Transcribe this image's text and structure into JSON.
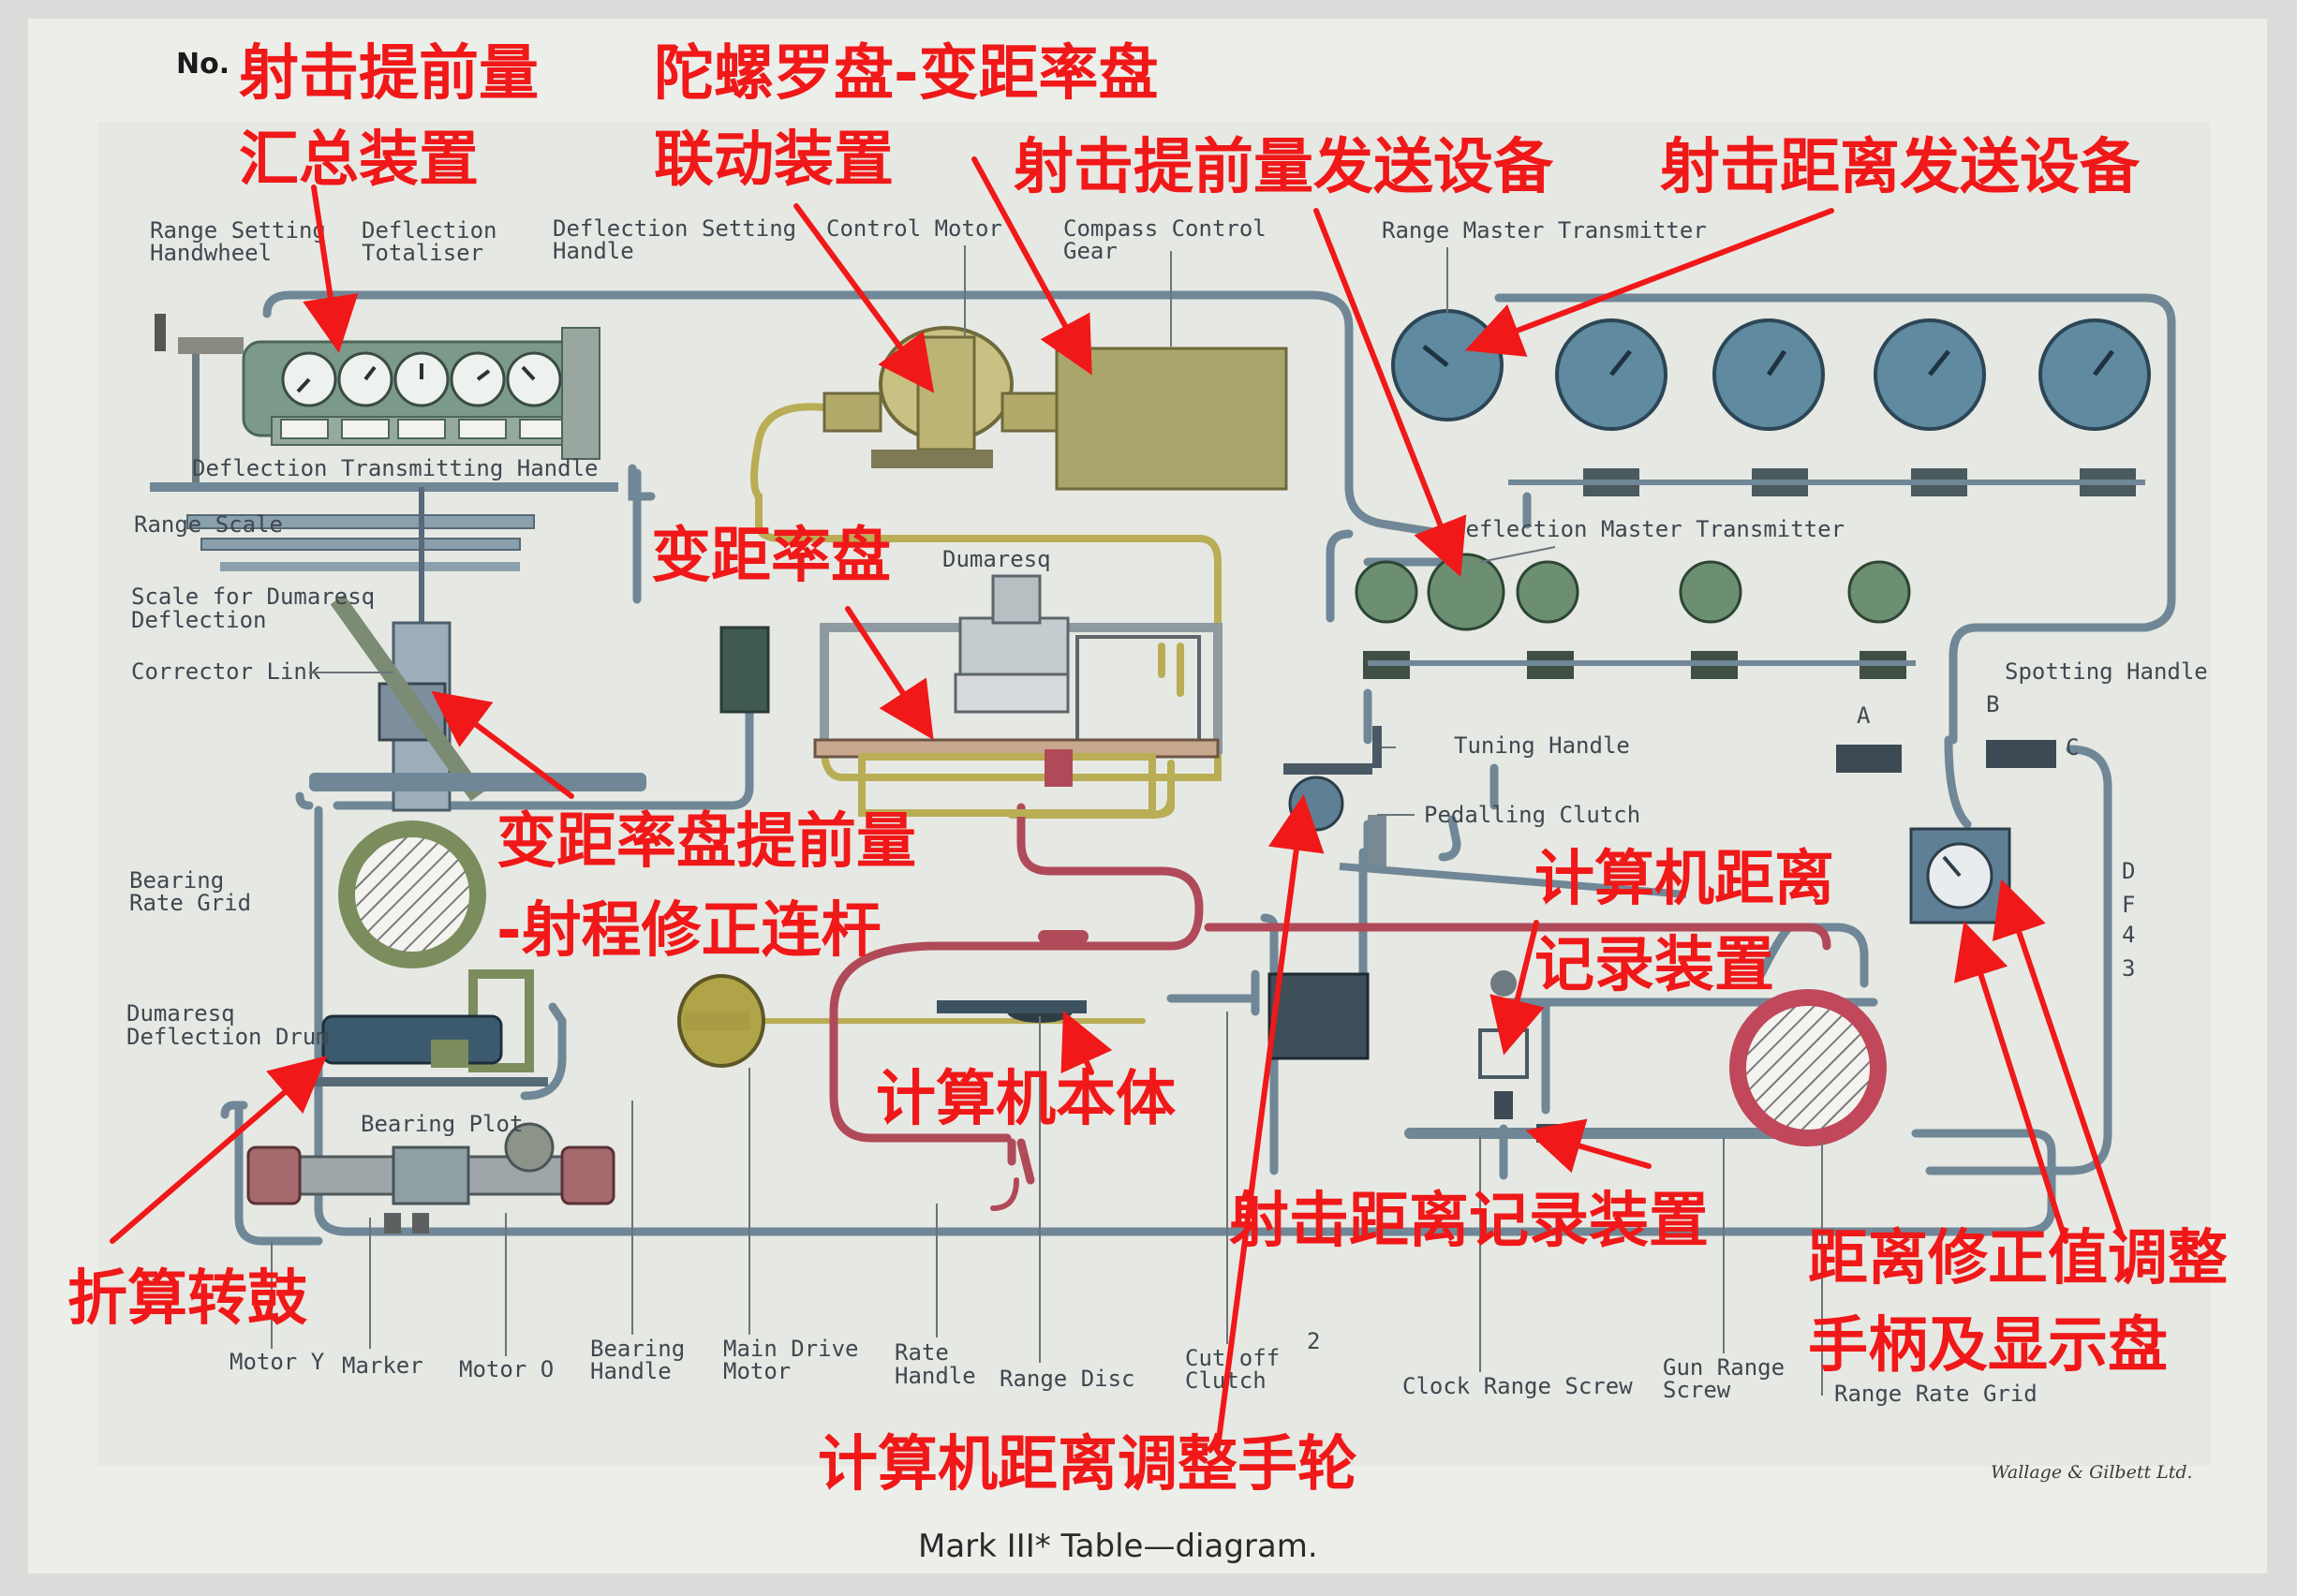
{
  "header": {
    "number_label": "No."
  },
  "caption": "Mark III* Table—diagram.",
  "signature": "Wallage & Gilbett Ltd.",
  "english_labels": {
    "range_setting_handwheel": [
      "Range Setting",
      "Handwheel"
    ],
    "deflection_totaliser": [
      "Deflection",
      "Totaliser"
    ],
    "deflection_setting_handle": [
      "Deflection Setting",
      "Handle"
    ],
    "control_motor": [
      "Control Motor"
    ],
    "compass_control_gear": [
      "Compass Control",
      "Gear"
    ],
    "range_master_transmitter": [
      "Range Master Transmitter"
    ],
    "deflection_transmitting_handle": [
      "Deflection Transmitting Handle"
    ],
    "range_scale": [
      "Range Scale"
    ],
    "scale_for_dumaresq_deflection": [
      "Scale for Dumaresq",
      "Deflection"
    ],
    "corrector_link": [
      "Corrector Link"
    ],
    "dumaresq": [
      "Dumaresq"
    ],
    "deflection_master_transmitter": [
      "Deflection Master Transmitter"
    ],
    "spotting_handle": [
      "Spotting Handle"
    ],
    "tuning_handle": [
      "Tuning Handle"
    ],
    "pedalling_clutch": [
      "Pedalling Clutch"
    ],
    "bearing_rate_grid": [
      "Bearing",
      "Rate Grid"
    ],
    "dumaresq_deflection_drum": [
      "Dumaresq",
      "Deflection Drum"
    ],
    "bearing_plot": [
      "Bearing Plot"
    ],
    "motor_y": [
      "Motor Y"
    ],
    "marker": [
      "Marker"
    ],
    "motor_o": [
      "Motor O"
    ],
    "bearing_handle": [
      "Bearing",
      "Handle"
    ],
    "main_drive_motor": [
      "Main Drive",
      "Motor"
    ],
    "rate_handle": [
      "Rate",
      "Handle"
    ],
    "range_disc": [
      "Range Disc"
    ],
    "cut_off_clutch": [
      "Cut off",
      "Clutch"
    ],
    "two": [
      "2"
    ],
    "clock_range_screw": [
      "Clock Range Screw"
    ],
    "gun_range_screw": [
      "Gun Range",
      "Screw"
    ],
    "range_rate_grid": [
      "Range Rate Grid"
    ],
    "letter_a": [
      "A"
    ],
    "letter_b": [
      "B"
    ],
    "letter_c": [
      "C"
    ],
    "letter_d": [
      "D"
    ],
    "letter_f": [
      "F"
    ],
    "number_4": [
      "4"
    ],
    "number_3": [
      "3"
    ]
  },
  "annotations": {
    "deflection_totaliser_cn": [
      "射击提前量",
      "汇总装置"
    ],
    "compass_dumaresq_link_cn": [
      "陀螺罗盘-变距率盘",
      "联动装置"
    ],
    "deflection_transmitter_cn": [
      "射击提前量发送设备"
    ],
    "range_transmitter_cn": [
      "射击距离发送设备"
    ],
    "dumaresq_cn": [
      "变距率盘"
    ],
    "corrector_link_cn": [
      "变距率盘提前量",
      "-射程修正连杆"
    ],
    "computer_range_recorder_cn": [
      "计算机距离",
      "记录装置"
    ],
    "computer_body_cn": [
      "计算机本体"
    ],
    "gun_range_recorder_cn": [
      "射击距离记录装置"
    ],
    "range_correction_handle_cn": [
      "距离修正值调整",
      "手柄及显示盘"
    ],
    "deflection_drum_cn": [
      "折算转鼓"
    ],
    "range_handwheel_cn": [
      "计算机距离调整手轮"
    ]
  },
  "colors": {
    "page": "#d9dcd8",
    "paper": "#eceeea",
    "board": "#e6e8e3",
    "annotation_red": "#f01818",
    "shaft_grey": "#6f8796",
    "drive_red": "#b04a58",
    "brass": "#b9ad55",
    "olive_box": "#aaa56a",
    "dial_blue": "#5f8aa0",
    "dial_green": "#6c8f72"
  }
}
